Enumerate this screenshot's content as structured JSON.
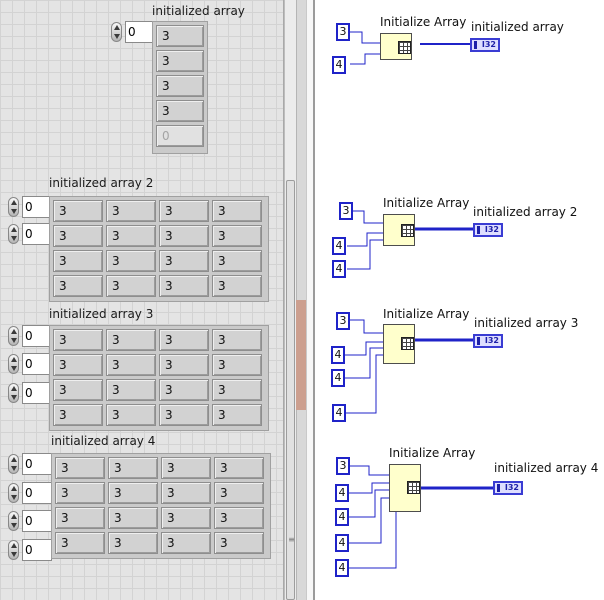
{
  "front_panel": {
    "arrays": [
      {
        "label": "initialized array",
        "indices": [
          "0"
        ],
        "rows": [
          [
            "3"
          ],
          [
            "3"
          ],
          [
            "3"
          ],
          [
            "3"
          ],
          [
            "0"
          ]
        ]
      },
      {
        "label": "initialized array 2",
        "indices": [
          "0",
          "0"
        ],
        "rows": [
          [
            "3",
            "3",
            "3",
            "3"
          ],
          [
            "3",
            "3",
            "3",
            "3"
          ],
          [
            "3",
            "3",
            "3",
            "3"
          ],
          [
            "3",
            "3",
            "3",
            "3"
          ]
        ]
      },
      {
        "label": "initialized array 3",
        "indices": [
          "0",
          "0",
          "0"
        ],
        "rows": [
          [
            "3",
            "3",
            "3",
            "3"
          ],
          [
            "3",
            "3",
            "3",
            "3"
          ],
          [
            "3",
            "3",
            "3",
            "3"
          ],
          [
            "3",
            "3",
            "3",
            "3"
          ]
        ]
      },
      {
        "label": "initialized array 4",
        "indices": [
          "0",
          "0",
          "0",
          "0"
        ],
        "rows": [
          [
            "3",
            "3",
            "3",
            "3"
          ],
          [
            "3",
            "3",
            "3",
            "3"
          ],
          [
            "3",
            "3",
            "3",
            "3"
          ],
          [
            "3",
            "3",
            "3",
            "3"
          ]
        ]
      }
    ]
  },
  "block_diagram": {
    "nodes": [
      {
        "function": "Initialize Array",
        "element": "3",
        "dims": [
          "4"
        ],
        "indicator": "initialized array",
        "type": "I32"
      },
      {
        "function": "Initialize Array",
        "element": "3",
        "dims": [
          "4",
          "4"
        ],
        "indicator": "initialized array 2",
        "type": "I32"
      },
      {
        "function": "Initialize Array",
        "element": "3",
        "dims": [
          "4",
          "4",
          "4"
        ],
        "indicator": "initialized array 3",
        "type": "I32"
      },
      {
        "function": "Initialize Array",
        "element": "3",
        "dims": [
          "4",
          "4",
          "4",
          "4"
        ],
        "indicator": "initialized array 4",
        "type": "I32"
      }
    ]
  },
  "colors": {
    "wire": "#1f23c8",
    "function_fill": "#ffffcc",
    "panel_grid": "#e4e4e4"
  }
}
